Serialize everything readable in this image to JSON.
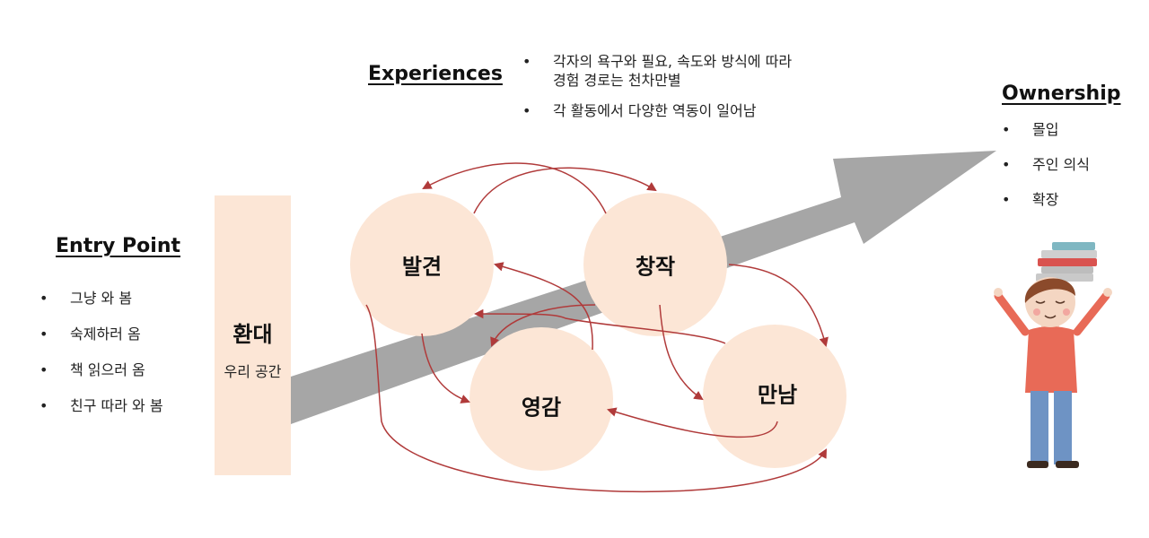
{
  "entry_point": {
    "heading": "Entry Point",
    "items": [
      "그냥 와 봄",
      "숙제하러 옴",
      "책 읽으러 옴",
      "친구 따라 와 봄"
    ]
  },
  "welcome": {
    "title": "환대",
    "subtitle": "우리 공간"
  },
  "experiences": {
    "heading": "Experiences",
    "items": [
      [
        "각자의 욕구와 필요, 속도와 방식에 따라",
        "경험 경로는 천차만별"
      ],
      [
        "각 활동에서 다양한 역동이 일어남"
      ]
    ]
  },
  "activities": {
    "discovery": "발견",
    "creation": "창작",
    "inspiration": "영감",
    "meeting": "만남"
  },
  "ownership": {
    "heading": "Ownership",
    "items": [
      "몰입",
      "주인 의식",
      "확장"
    ]
  },
  "colors": {
    "circle": "#fce6d6",
    "arrow": "#a6a6a6",
    "connector": "#b03a3a",
    "bar": "#fce6d6"
  }
}
